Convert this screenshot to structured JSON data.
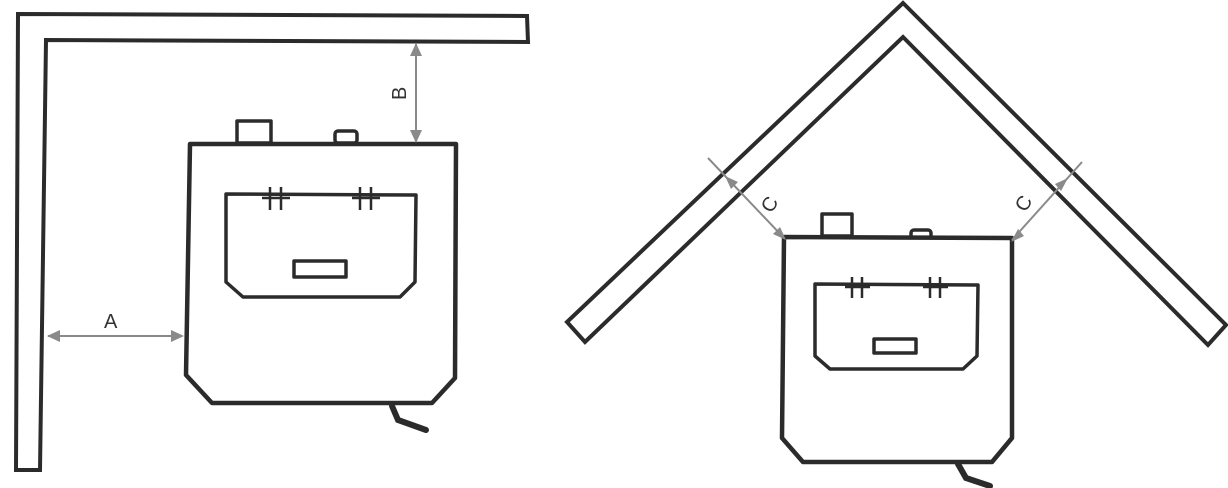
{
  "labels": {
    "a": "A",
    "b": "B",
    "c_left": "C",
    "c_right": "C"
  }
}
